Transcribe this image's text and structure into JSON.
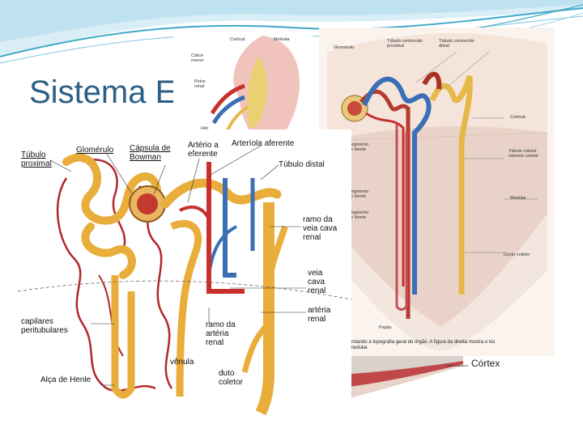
{
  "slide": {
    "title": "Sistema E",
    "colors": {
      "title": "#2b5f86",
      "accent": "#3fa9c9",
      "vessel_red": "#c8302c",
      "vessel_blue": "#3a6fb5",
      "tubule_yellow": "#f0c040"
    }
  },
  "figure_left": {
    "labels": {
      "proximal_tubule": "Túbulo\nproximal",
      "glomerulus": "Glomérulo",
      "bowman_capsule": "Cápsula de\nBowman",
      "afferent_label_a": "Artério a\neferente",
      "afferent_arteriole": "Arteríola aferente",
      "distal_tubule": "Túbulo distal",
      "renal_vein_branch": "ramo da\nveia cava\nrenal",
      "vena_cava": "veia\ncava\nrenal",
      "renal_artery": "artéria\nrenal",
      "artery_branch": "ramo da\nartéria\nrenal",
      "peritubular": "capilares\nperitubulares",
      "venule": "vênula",
      "collecting_duct": "duto\ncoletor",
      "henle_loop": "Alça de Henle"
    }
  },
  "figure_top": {
    "labels": {
      "cortical": "Cortical",
      "medular": "Medular",
      "calyx_minor": "Cálice\nmenor",
      "pelvis": "Pelve\nrenal",
      "hilo": "Hilo"
    }
  },
  "figure_right": {
    "labels": {
      "glomerulo": "Glomérulo",
      "proximal": "Túbulo contorcido\nproximal",
      "distal": "Túbulo contorcido\ndistal",
      "cortical": "Cortical",
      "collecting": "Túbulo coletor\nretoreto coletor",
      "medular": "Medular",
      "duct": "Ducto coletor",
      "papila": "Papila",
      "henle1": "Segmento\nde Henle",
      "henle2": "Segmento\nde Henle",
      "henle3": "Segmento\nde Henle",
      "caption": "entando a topografia geral do órgão. A figura da direita mostra o loc\nmedular."
    }
  },
  "figure_bottom": {
    "cortex": "Córtex"
  }
}
